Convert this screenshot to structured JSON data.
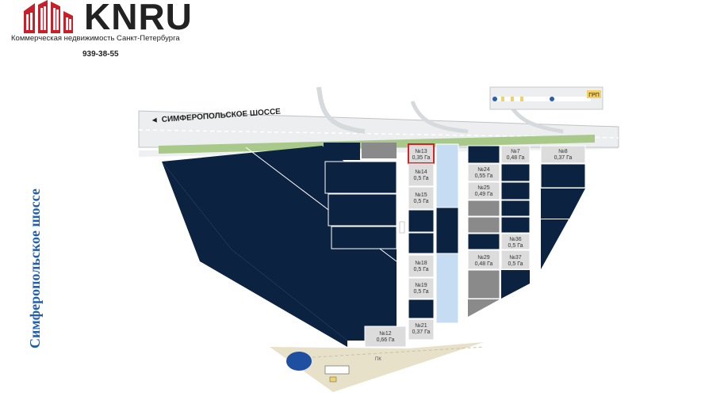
{
  "logo": {
    "brand": "KNRU",
    "tagline": "Коммерческая недвижимость Санкт-Петербурга",
    "phone": "939-38-55"
  },
  "side_title": "Симферопольское шоссе",
  "map": {
    "road_label": "СИМФЕРОПОЛЬСКОЕ ШОССЕ",
    "road_arrow": "◄",
    "parking_sign": "ГРП",
    "bottom_label": "ПК",
    "plots": [
      {
        "num": "№13",
        "area": "0,35 Га",
        "highlighted": true
      },
      {
        "num": "№14",
        "area": "0,5 Га"
      },
      {
        "num": "№15",
        "area": "0,5 Га"
      },
      {
        "num": "№18",
        "area": "0,5 Га"
      },
      {
        "num": "№19",
        "area": "0,5 Га"
      },
      {
        "num": "№21",
        "area": "0,37 Га"
      },
      {
        "num": "№12",
        "area": "0,66 Га"
      },
      {
        "num": "№7",
        "area": "0,48 Га"
      },
      {
        "num": "№8",
        "area": "0,37 Га"
      },
      {
        "num": "№24",
        "area": "0,55 Га"
      },
      {
        "num": "№25",
        "area": "0,49 Га"
      },
      {
        "num": "№36",
        "area": "0,5 Га"
      },
      {
        "num": "№29",
        "area": "0,48 Га"
      },
      {
        "num": "№37",
        "area": "0,5 Га"
      }
    ],
    "colors": {
      "sold": "#0b2240",
      "available": "#dcdcdc",
      "reserved": "#8a8a8a",
      "light": "#c6dcf2",
      "green": "#a9c98a",
      "highlight": "#e02020"
    }
  }
}
